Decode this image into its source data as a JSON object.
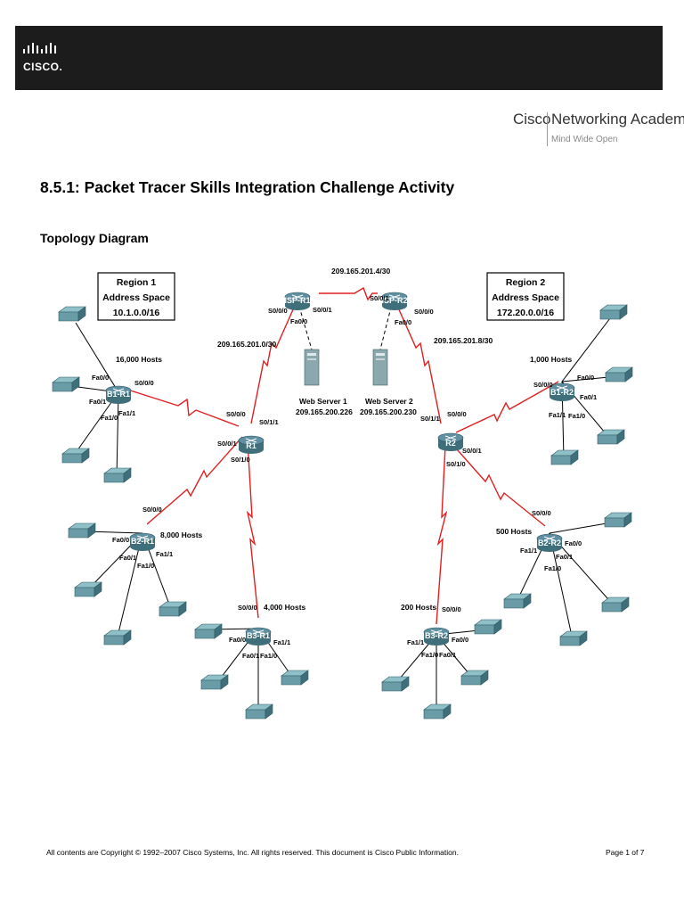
{
  "header": {
    "logo_text": "CISCO.",
    "academy_brand": "Cisco",
    "academy_name": "Networking Academy",
    "academy_tagline": "Mind Wide Open"
  },
  "document": {
    "title": "8.5.1: Packet Tracer Skills Integration Challenge Activity",
    "section_title": "Topology Diagram"
  },
  "topology": {
    "regions": [
      {
        "title": "Region 1",
        "subtitle": "Address Space",
        "space": "10.1.0.0/16"
      },
      {
        "title": "Region 2",
        "subtitle": "Address Space",
        "space": "172.20.0.0/16"
      }
    ],
    "routers": {
      "isp_r1": "ISP-R1",
      "isp_r2": "ISP-R2",
      "r1": "R1",
      "r2": "R2",
      "b1_r1": "B1-R1",
      "b2_r1": "B2-R1",
      "b3_r1": "B3-R1",
      "b1_r2": "B1-R2",
      "b2_r2": "B2-R2",
      "b3_r2": "B3-R2"
    },
    "servers": [
      {
        "name": "Web Server 1",
        "ip": "209.165.200.226"
      },
      {
        "name": "Web Server 2",
        "ip": "209.165.200.230"
      }
    ],
    "networks": {
      "isp_link": "209.165.201.4/30",
      "r1_isp": "209.165.201.0/30",
      "r2_isp": "209.165.201.8/30"
    },
    "hosts": {
      "b1_r1": "16,000 Hosts",
      "b2_r1": "8,000 Hosts",
      "b3_r1": "4,000 Hosts",
      "b1_r2": "1,000 Hosts",
      "b2_r2": "500 Hosts",
      "b3_r2": "200 Hosts"
    },
    "ports": {
      "isp_r1_s000": "S0/0/0",
      "isp_r1_s001": "S0/0/1",
      "isp_r1_fa00": "Fa0/0",
      "isp_r2_s001": "S0/0/1",
      "isp_r2_s000": "S0/0/0",
      "isp_r2_fa00": "Fa0/0",
      "b1r1_fa00": "Fa0/0",
      "b1r1_fa01": "Fa0/1",
      "b1r1_fa10": "Fa1/0",
      "b1r1_fa11": "Fa1/1",
      "b1r1_s000": "S0/0/0",
      "r1_s000": "S0/0/0",
      "r1_s011": "S0/1/1",
      "r1_s001": "S0/0/1",
      "r1_s010": "S0/1/0",
      "b2r1_s000": "S0/0/0",
      "b2r1_fa00": "Fa0/0",
      "b2r1_fa01": "Fa0/1",
      "b2r1_fa11": "Fa1/1",
      "b2r1_fa10": "Fa1/0",
      "b3r1_s000": "S0/0/0",
      "b3r1_fa00": "Fa0/0",
      "b3r1_fa01": "Fa0/1",
      "b3r1_fa10": "Fa1/0",
      "b3r1_fa11": "Fa1/1",
      "r2_s011": "S0/1/1",
      "r2_s000": "S0/0/0",
      "r2_s001": "S0/0/1",
      "r2_s010": "S0/1/0",
      "b1r2_s000": "S0/0/0",
      "b1r2_fa00": "Fa0/0",
      "b1r2_fa01": "Fa0/1",
      "b1r2_fa11": "Fa1/1",
      "b1r2_fa10": "Fa1/0",
      "b2r2_s000": "S0/0/0",
      "b2r2_fa11": "Fa1/1",
      "b2r2_fa00": "Fa0/0",
      "b2r2_fa01": "Fa0/1",
      "b2r2_fa10": "Fa1/0",
      "b3r2_s000": "S0/0/0",
      "b3r2_fa11": "Fa1/1",
      "b3r2_fa00": "Fa0/0",
      "b3r2_fa10": "Fa1/0",
      "b3r2_fa01": "Fa0/1"
    }
  },
  "footer": {
    "copyright": "All contents are Copyright © 1992–2007 Cisco Systems, Inc. All rights reserved. This document is Cisco Public Information.",
    "page": "Page 1 of 7"
  },
  "colors": {
    "header_bar": "#1c1c1c",
    "router_fill": "#5f8fa0",
    "switch_fill": "#6a9ca8",
    "serial_link": "#e02020",
    "ethernet_link": "#000000"
  }
}
